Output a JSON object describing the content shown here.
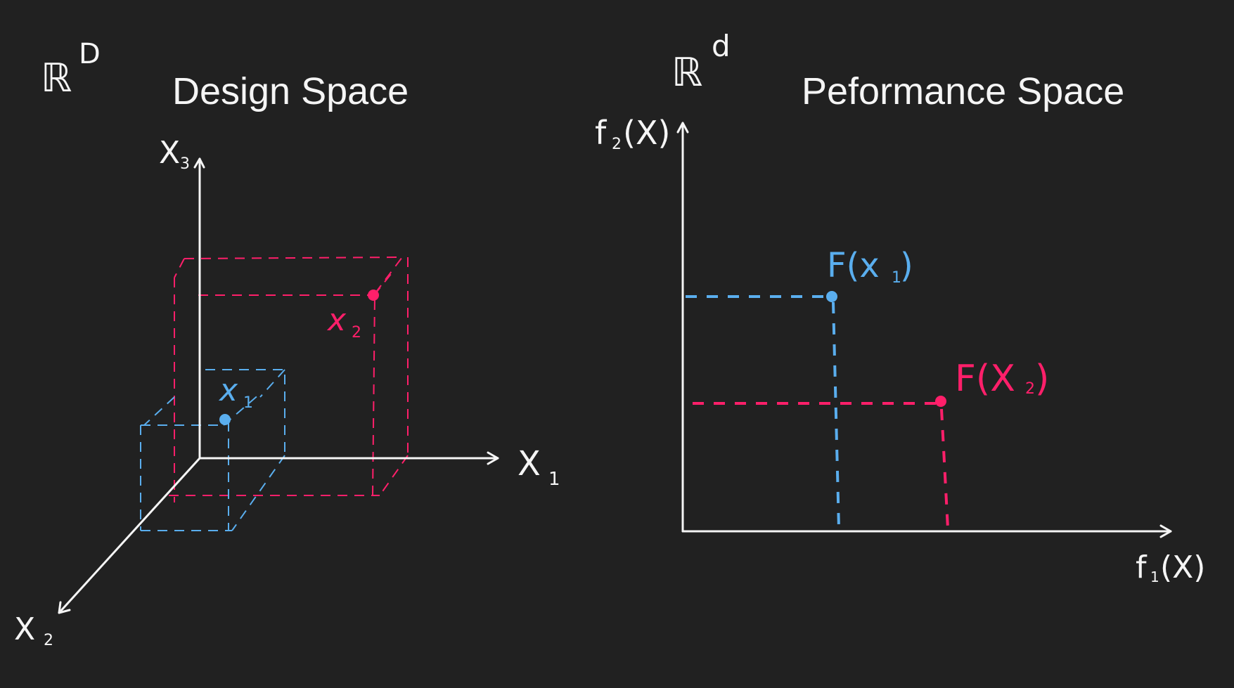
{
  "design": {
    "space_symbol": "ℝ",
    "space_exponent": "D",
    "title": "Design Space",
    "axis_x1": "X",
    "axis_x1_sub": "1",
    "axis_x2": "X",
    "axis_x2_sub": "2",
    "axis_x3": "X",
    "axis_x3_sub": "3",
    "point1_label": "x",
    "point1_sub": "1",
    "point2_label": "x",
    "point2_sub": "2"
  },
  "performance": {
    "space_symbol": "ℝ",
    "space_exponent": "d",
    "title": "Peformance Space",
    "y_axis_label": "f",
    "y_axis_sub": "2",
    "y_axis_arg": "(X)",
    "x_axis_label": "f",
    "x_axis_sub": "1",
    "x_axis_arg": "(X)",
    "point1_label": "F(x",
    "point1_sub": "1",
    "point1_close": ")",
    "point2_label": "F(X",
    "point2_sub": "2",
    "point2_close": ")"
  },
  "colors": {
    "background": "#212121",
    "ink": "#f5f5f5",
    "point1": "#5aaeee",
    "point2": "#ff1f6a"
  }
}
